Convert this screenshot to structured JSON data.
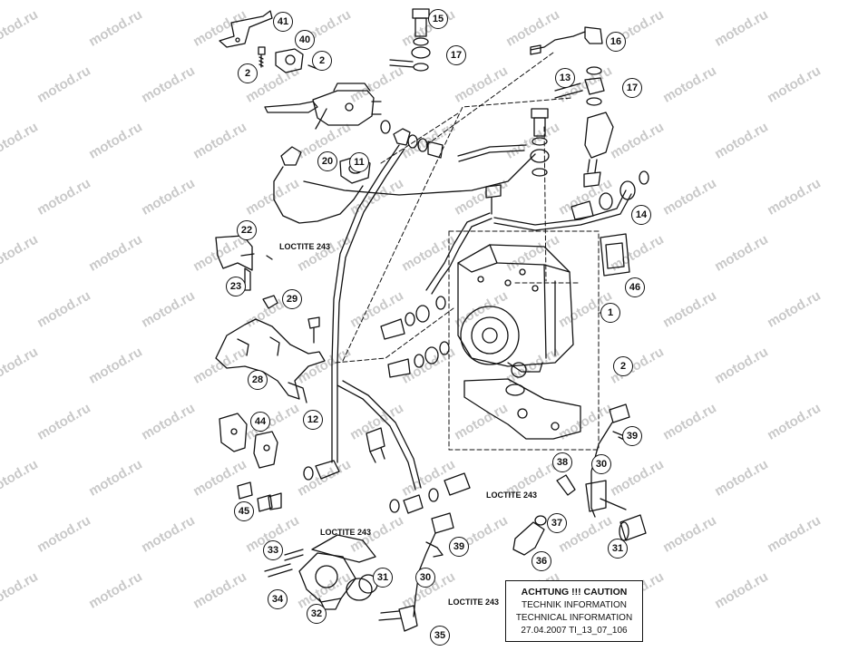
{
  "watermark": "motod.ru",
  "callouts": [
    {
      "id": "c1",
      "label": "1"
    },
    {
      "id": "c2a",
      "label": "2"
    },
    {
      "id": "c2b",
      "label": "2"
    },
    {
      "id": "c2c",
      "label": "2"
    },
    {
      "id": "c11",
      "label": "11"
    },
    {
      "id": "c12",
      "label": "12"
    },
    {
      "id": "c13",
      "label": "13"
    },
    {
      "id": "c14",
      "label": "14"
    },
    {
      "id": "c15",
      "label": "15"
    },
    {
      "id": "c16",
      "label": "16"
    },
    {
      "id": "c17a",
      "label": "17"
    },
    {
      "id": "c17b",
      "label": "17"
    },
    {
      "id": "c20",
      "label": "20"
    },
    {
      "id": "c22",
      "label": "22"
    },
    {
      "id": "c23",
      "label": "23"
    },
    {
      "id": "c28",
      "label": "28"
    },
    {
      "id": "c29",
      "label": "29"
    },
    {
      "id": "c30a",
      "label": "30"
    },
    {
      "id": "c30b",
      "label": "30"
    },
    {
      "id": "c31a",
      "label": "31"
    },
    {
      "id": "c31b",
      "label": "31"
    },
    {
      "id": "c32",
      "label": "32"
    },
    {
      "id": "c33",
      "label": "33"
    },
    {
      "id": "c34",
      "label": "34"
    },
    {
      "id": "c35",
      "label": "35"
    },
    {
      "id": "c36",
      "label": "36"
    },
    {
      "id": "c37",
      "label": "37"
    },
    {
      "id": "c38",
      "label": "38"
    },
    {
      "id": "c39a",
      "label": "39"
    },
    {
      "id": "c39b",
      "label": "39"
    },
    {
      "id": "c40",
      "label": "40"
    },
    {
      "id": "c41",
      "label": "41"
    },
    {
      "id": "c44",
      "label": "44"
    },
    {
      "id": "c45",
      "label": "45"
    },
    {
      "id": "c46",
      "label": "46"
    }
  ],
  "loctite_labels": [
    "LOCTITE 243",
    "LOCTITE 243",
    "LOCTITE 243",
    "LOCTITE 243"
  ],
  "caution_box": {
    "title": "ACHTUNG !!! CAUTION",
    "line1": "TECHNIK INFORMATION",
    "line2": "TECHNICAL INFORMATION",
    "line3": "27.04.2007  TI_13_07_106"
  }
}
